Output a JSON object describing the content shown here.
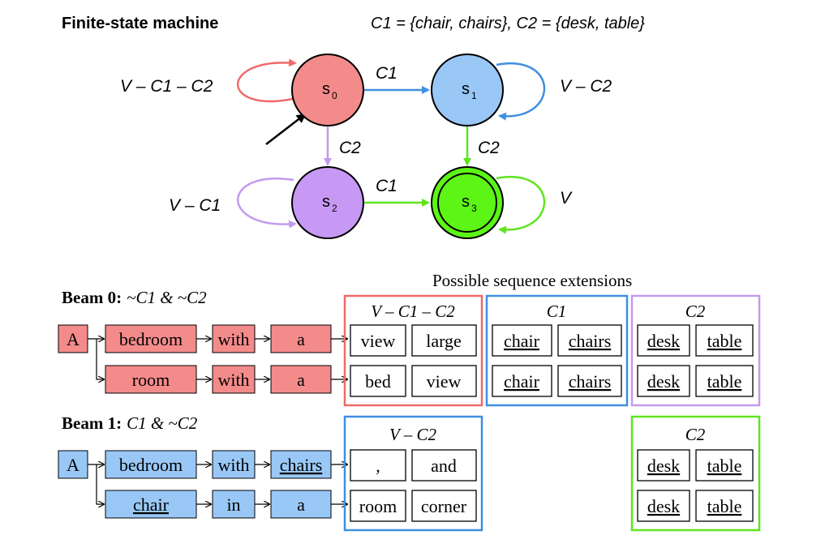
{
  "fsm": {
    "title": "Finite-state machine",
    "definition": "C1 = {chair, chairs}, C2 = {desk, table}",
    "states": {
      "s0": {
        "base": "s",
        "sub": "0",
        "color": "#f48b8b"
      },
      "s1": {
        "base": "s",
        "sub": "1",
        "color": "#99c8f7"
      },
      "s2": {
        "base": "s",
        "sub": "2",
        "color": "#c799f5"
      },
      "s3": {
        "base": "s",
        "sub": "3",
        "color": "#5df516"
      }
    },
    "edges": {
      "s0_loop": "V – C1 – C2",
      "s0_to_s1": "C1",
      "s1_loop": "V – C2",
      "s0_to_s2": "C2",
      "s1_to_s3": "C2",
      "s2_to_s3": "C1",
      "s2_loop": "V – C1",
      "s3_loop": "V"
    },
    "colors": {
      "red": "#ef6a6a",
      "blue": "#3f8fe0",
      "purple": "#c49af0",
      "green": "#5fe51e"
    }
  },
  "beams": {
    "header": "Possible sequence extensions",
    "beam0": {
      "label_bold": "Beam 0:",
      "label_italic": "~C1 & ~C2",
      "fill": "#f48b8b",
      "row1": [
        "A",
        "bedroom",
        "with",
        "a"
      ],
      "row2": [
        "room",
        "with",
        "a"
      ],
      "groups": [
        {
          "title": "V – C1 – C2",
          "row1": [
            "view",
            "large"
          ],
          "row2": [
            "bed",
            "view"
          ],
          "underline": false
        },
        {
          "title": "C1",
          "row1": [
            "chair",
            "chairs"
          ],
          "row2": [
            "chair",
            "chairs"
          ],
          "underline": true
        },
        {
          "title": "C2",
          "row1": [
            "desk",
            "table"
          ],
          "row2": [
            "desk",
            "table"
          ],
          "underline": true
        }
      ]
    },
    "beam1": {
      "label_bold": "Beam 1:",
      "label_italic": "C1 & ~C2",
      "fill": "#99c8f7",
      "row1": [
        "A",
        "bedroom",
        "with",
        "chairs"
      ],
      "row2": [
        "chair",
        "in",
        "a"
      ],
      "groups": [
        {
          "title": "V – C2",
          "row1": [
            ",",
            "and"
          ],
          "row2": [
            "room",
            "corner"
          ],
          "underline": false
        },
        {
          "title": "C2",
          "row1": [
            "desk",
            "table"
          ],
          "row2": [
            "desk",
            "table"
          ],
          "underline": true
        }
      ]
    }
  }
}
